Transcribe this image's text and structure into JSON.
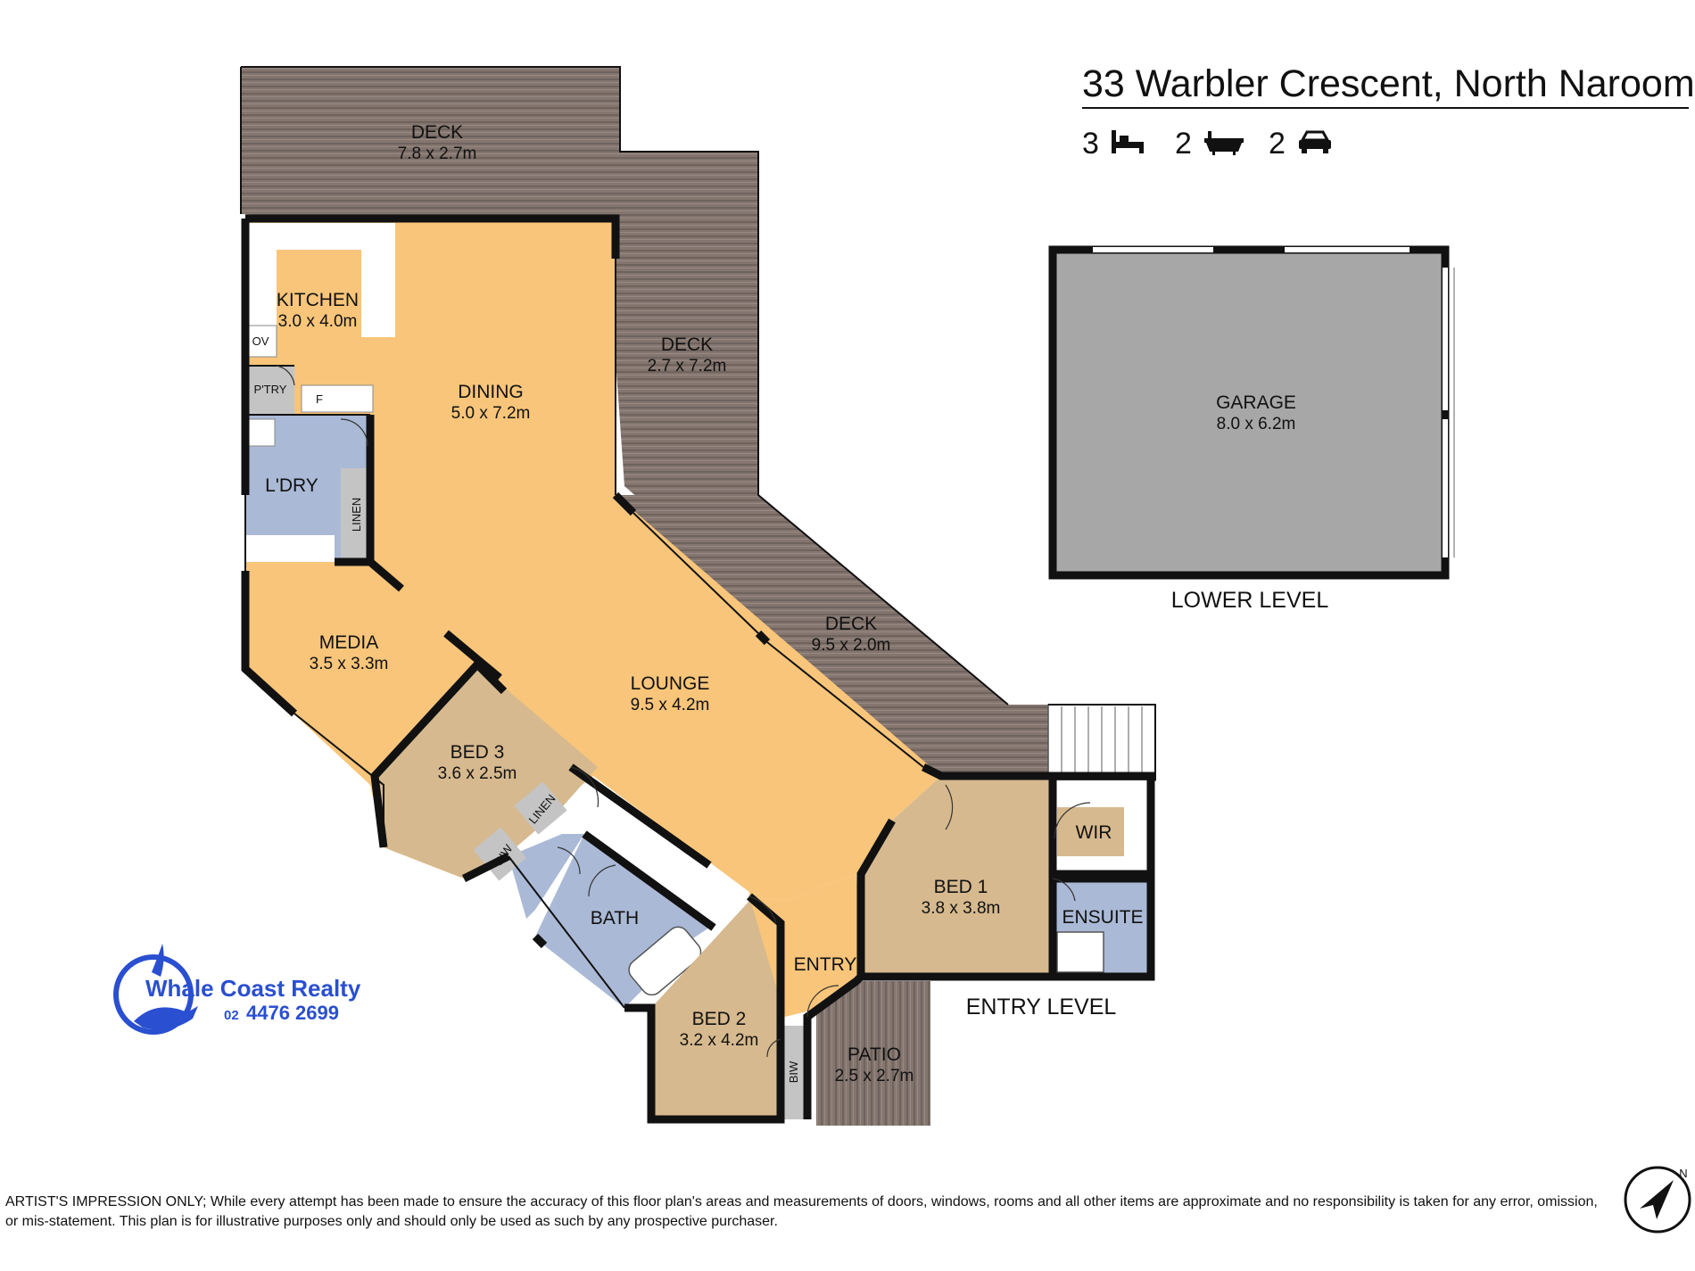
{
  "header": {
    "address": "33 Warbler Crescent, North Narooma",
    "beds": "3",
    "baths": "2",
    "cars": "2",
    "bed_icon": "bed-icon",
    "bath_icon": "bathtub-icon",
    "car_icon": "car-icon"
  },
  "rooms": {
    "deck_top": {
      "name": "DECK",
      "dim": "7.8 x 2.7m"
    },
    "deck_side": {
      "name": "DECK",
      "dim": "2.7 x 7.2m"
    },
    "deck_diag": {
      "name": "DECK",
      "dim": "9.5 x 2.0m"
    },
    "kitchen": {
      "name": "KITCHEN",
      "dim": "3.0 x 4.0m"
    },
    "ov": "OV",
    "pantry": "P'TRY",
    "fridge": "F",
    "dining": {
      "name": "DINING",
      "dim": "5.0 x 7.2m"
    },
    "laundry": {
      "name": "L'DRY"
    },
    "linen1": "LINEN",
    "media": {
      "name": "MEDIA",
      "dim": "3.5 x 3.3m"
    },
    "lounge": {
      "name": "LOUNGE",
      "dim": "9.5 x 4.2m"
    },
    "bed3": {
      "name": "BED 3",
      "dim": "3.6 x 2.5m"
    },
    "linen2": "LINEN",
    "biw1": "BIW",
    "bath": {
      "name": "BATH"
    },
    "bed2": {
      "name": "BED 2",
      "dim": "3.2 x 4.2m"
    },
    "biw2": "BIW",
    "entry": {
      "name": "ENTRY"
    },
    "patio": {
      "name": "PATIO",
      "dim": "2.5 x 2.7m"
    },
    "bed1": {
      "name": "BED 1",
      "dim": "3.8 x 3.8m"
    },
    "wir": "WIR",
    "ensuite": {
      "name": "ENSUITE"
    },
    "garage": {
      "name": "GARAGE",
      "dim": "8.0 x 6.2m"
    }
  },
  "levels": {
    "lower": "LOWER LEVEL",
    "entry": "ENTRY LEVEL"
  },
  "brand": {
    "name": "Whale Coast Realty",
    "phone_prefix": "02",
    "phone": "4476 2699",
    "logo_icon": "whale-logo-icon"
  },
  "compass_icon": "north-arrow-icon",
  "compass_label": "N",
  "disclaimer": "ARTIST'S IMPRESSION ONLY; While every attempt has been made to ensure the accuracy of this floor plan's areas and measurements of doors, windows, rooms and all other items are approximate and no responsibility is taken for any error, omission, or mis-statement. This plan is for illustrative purposes only and should only be used as such by any prospective purchaser.",
  "colors": {
    "living": "#f8c57a",
    "bedroom": "#d6b98e",
    "wet": "#aab9d6",
    "garage": "#a7a7a7",
    "deck": "#827470",
    "utility": "#c4c4c4",
    "brand": "#2a4fd0"
  }
}
